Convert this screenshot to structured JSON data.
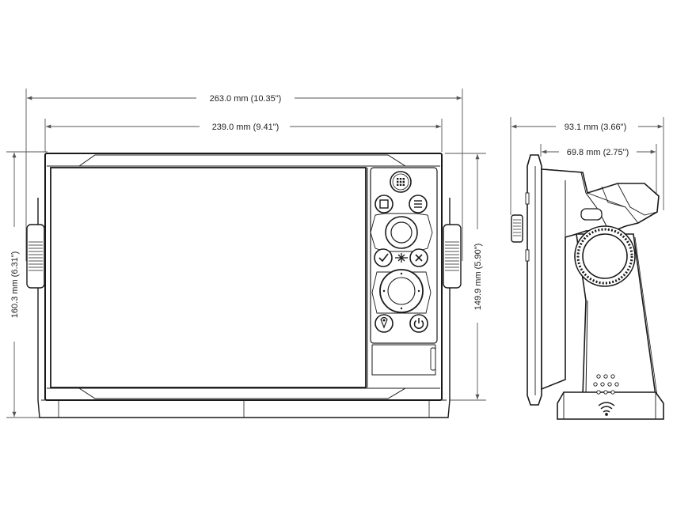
{
  "dimensions": {
    "front_overall_width": "263.0 mm (10.35\")",
    "front_screen_width": "239.0 mm (9.41\")",
    "front_overall_height": "160.3 mm (6.31\")",
    "front_body_height": "149.9 mm (5.90\")",
    "side_overall_depth": "93.1 mm (3.66\")",
    "side_body_depth": "69.8 mm (2.75\")"
  },
  "colors": {
    "line": "#1a1a1a",
    "dimension": "#555555",
    "body_fill": "#ffffff",
    "shade": "#d9d9d9"
  },
  "icons": {
    "home": "grid-icon",
    "pages": "square-icon",
    "menu": "list-icon",
    "enter": "check-icon",
    "waypoint": "waypoint-icon",
    "cancel": "x-icon",
    "mob": "mob-icon",
    "power": "power-icon",
    "wifi": "wifi-icon"
  }
}
